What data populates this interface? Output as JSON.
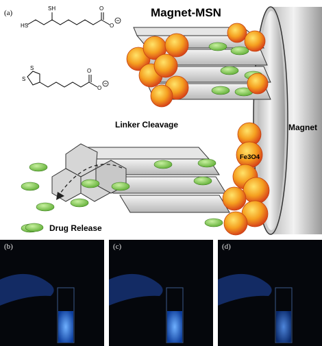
{
  "figure": {
    "panel_a_label": "(a)",
    "title": "Magnet-MSN",
    "magnet_label": "Magnet",
    "linker_cleavage_label": "Linker Cleavage",
    "drug_release_label": "Drug Release",
    "fe3o4_label": "Fe3O4",
    "colors": {
      "nanoparticle_core": "#f5a020",
      "nanoparticle_edge": "#e0501a",
      "drug": "#8ed05a",
      "magnet": "#e8e8e8",
      "vial_glow": "#3a7fff"
    }
  },
  "photos": [
    {
      "label": "(b)",
      "fill_level": 0.45
    },
    {
      "label": "(c)",
      "fill_level": 0.45
    },
    {
      "label": "(d)",
      "fill_level": 0.45
    }
  ]
}
